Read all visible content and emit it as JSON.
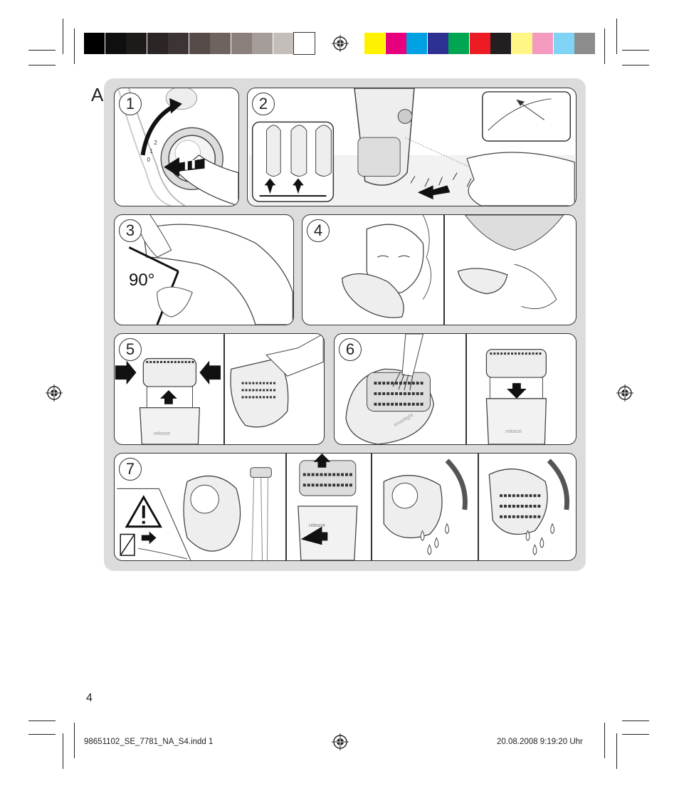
{
  "figure": {
    "section_letter": "A",
    "steps": [
      "1",
      "2",
      "3",
      "4",
      "5",
      "6",
      "7"
    ],
    "angle_label": "90°",
    "release_label": "release",
    "smartlight_label": "smartlight"
  },
  "dial_marks": [
    "0",
    "1",
    "2"
  ],
  "page_number": "4",
  "footer": {
    "left": "98651102_SE_7781_NA_S4.indd   1",
    "right": "20.08.2008   9:19:20 Uhr"
  },
  "print_marks": {
    "grayscale_bar": [
      "#000000",
      "#0f0f0f",
      "#1e1a1a",
      "#2b2525",
      "#3d3434",
      "#564b48",
      "#6f635f",
      "#8a7f7b",
      "#a59d99",
      "#c4bebb",
      "#ffffff"
    ],
    "color_bar": [
      "#fff200",
      "#e6007e",
      "#00a0e3",
      "#2e3192",
      "#00a651",
      "#ed1c24",
      "#231f20",
      "#fff685",
      "#f49ac1",
      "#7fd3f5",
      "#8c8c8c"
    ]
  }
}
